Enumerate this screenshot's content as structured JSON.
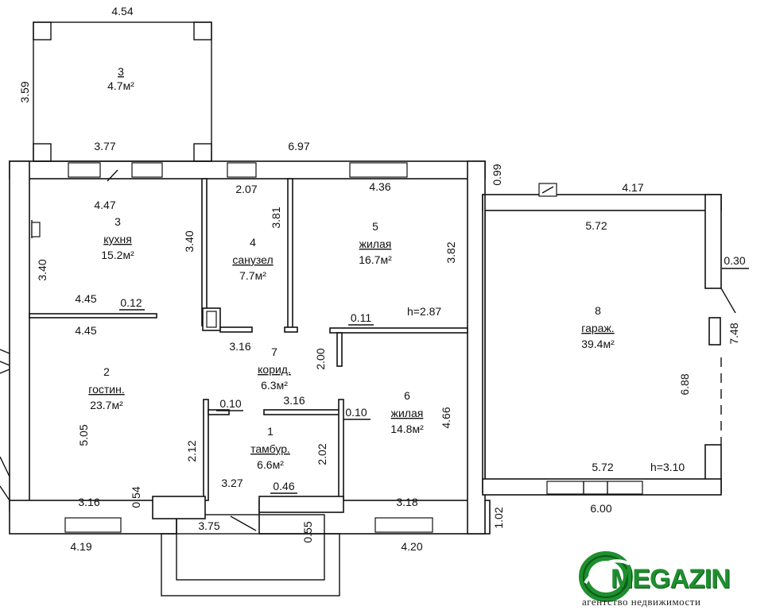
{
  "rooms": [
    {
      "num": "3",
      "area": "4.7м²"
    },
    {
      "num": "3",
      "name": "кухня",
      "area": "15.2м²"
    },
    {
      "num": "4",
      "name": "санузел",
      "area": "7.7м²"
    },
    {
      "num": "5",
      "name": "жилая",
      "area": "16.7м²"
    },
    {
      "num": "8",
      "name": "гараж.",
      "area": "39.4м²"
    },
    {
      "num": "7",
      "name": "корид.",
      "area": "6.3м²"
    },
    {
      "num": "2",
      "name": "гостин.",
      "area": "23.7м²"
    },
    {
      "num": "6",
      "name": "жилая",
      "area": "14.8м²"
    },
    {
      "num": "1",
      "name": "тамбур.",
      "area": "6.6м²"
    }
  ],
  "heights": [
    "h=2.87",
    "h=3.10"
  ],
  "dims": {
    "top_454": "4.54",
    "left_359": "3.59",
    "d377": "3.77",
    "d697": "6.97",
    "d099": "0.99",
    "d447": "4.47",
    "d207": "2.07",
    "d436": "4.36",
    "d417": "4.17",
    "d381": "3.81",
    "d340a": "3.40",
    "d340b": "3.40",
    "d572a": "5.72",
    "d030": "0.30",
    "d382": "3.82",
    "d445a": "4.45",
    "d012": "0.12",
    "d445b": "4.45",
    "d316a": "3.16",
    "d011": "0.11",
    "d200": "2.00",
    "d748": "7.48",
    "d010a": "0.10",
    "d316b": "3.16",
    "d010b": "0.10",
    "d505": "5.05",
    "d212": "2.12",
    "d202": "2.02",
    "d466": "4.66",
    "d688": "6.88",
    "d054": "0.54",
    "d327": "3.27",
    "d046": "0.46",
    "d572b": "5.72",
    "d316c": "3.16",
    "d318": "3.18",
    "d600": "6.00",
    "d375": "3.75",
    "d055": "0.55",
    "d102": "1.02",
    "d419": "4.19",
    "d420": "4.20"
  },
  "logo": {
    "word": "MEGAZIN",
    "sub": "агентство недвижимости",
    "color": "#1e8f2e"
  }
}
